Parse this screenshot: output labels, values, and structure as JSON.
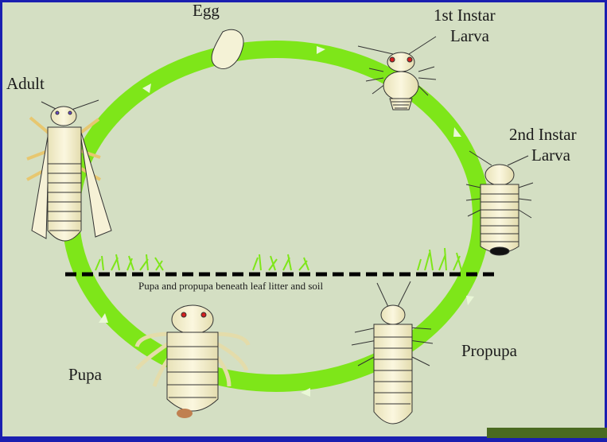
{
  "diagram": {
    "stages": [
      {
        "id": "egg",
        "label": "Egg"
      },
      {
        "id": "instar1",
        "label_line1": "1st Instar",
        "label_line2": "Larva"
      },
      {
        "id": "instar2",
        "label_line1": "2nd Instar",
        "label_line2": "Larva"
      },
      {
        "id": "propupa",
        "label": "Propupa"
      },
      {
        "id": "pupa",
        "label": "Pupa"
      },
      {
        "id": "adult",
        "label": "Adult"
      }
    ],
    "soil_caption": "Pupa and propupa beneath leaf litter and soil",
    "colors": {
      "frame": "#1a1fb0",
      "background": "#d4dfc3",
      "cycle_ring": "#7ee619",
      "insect_body": "#f7f1cf",
      "soil_line": "#000000"
    }
  }
}
